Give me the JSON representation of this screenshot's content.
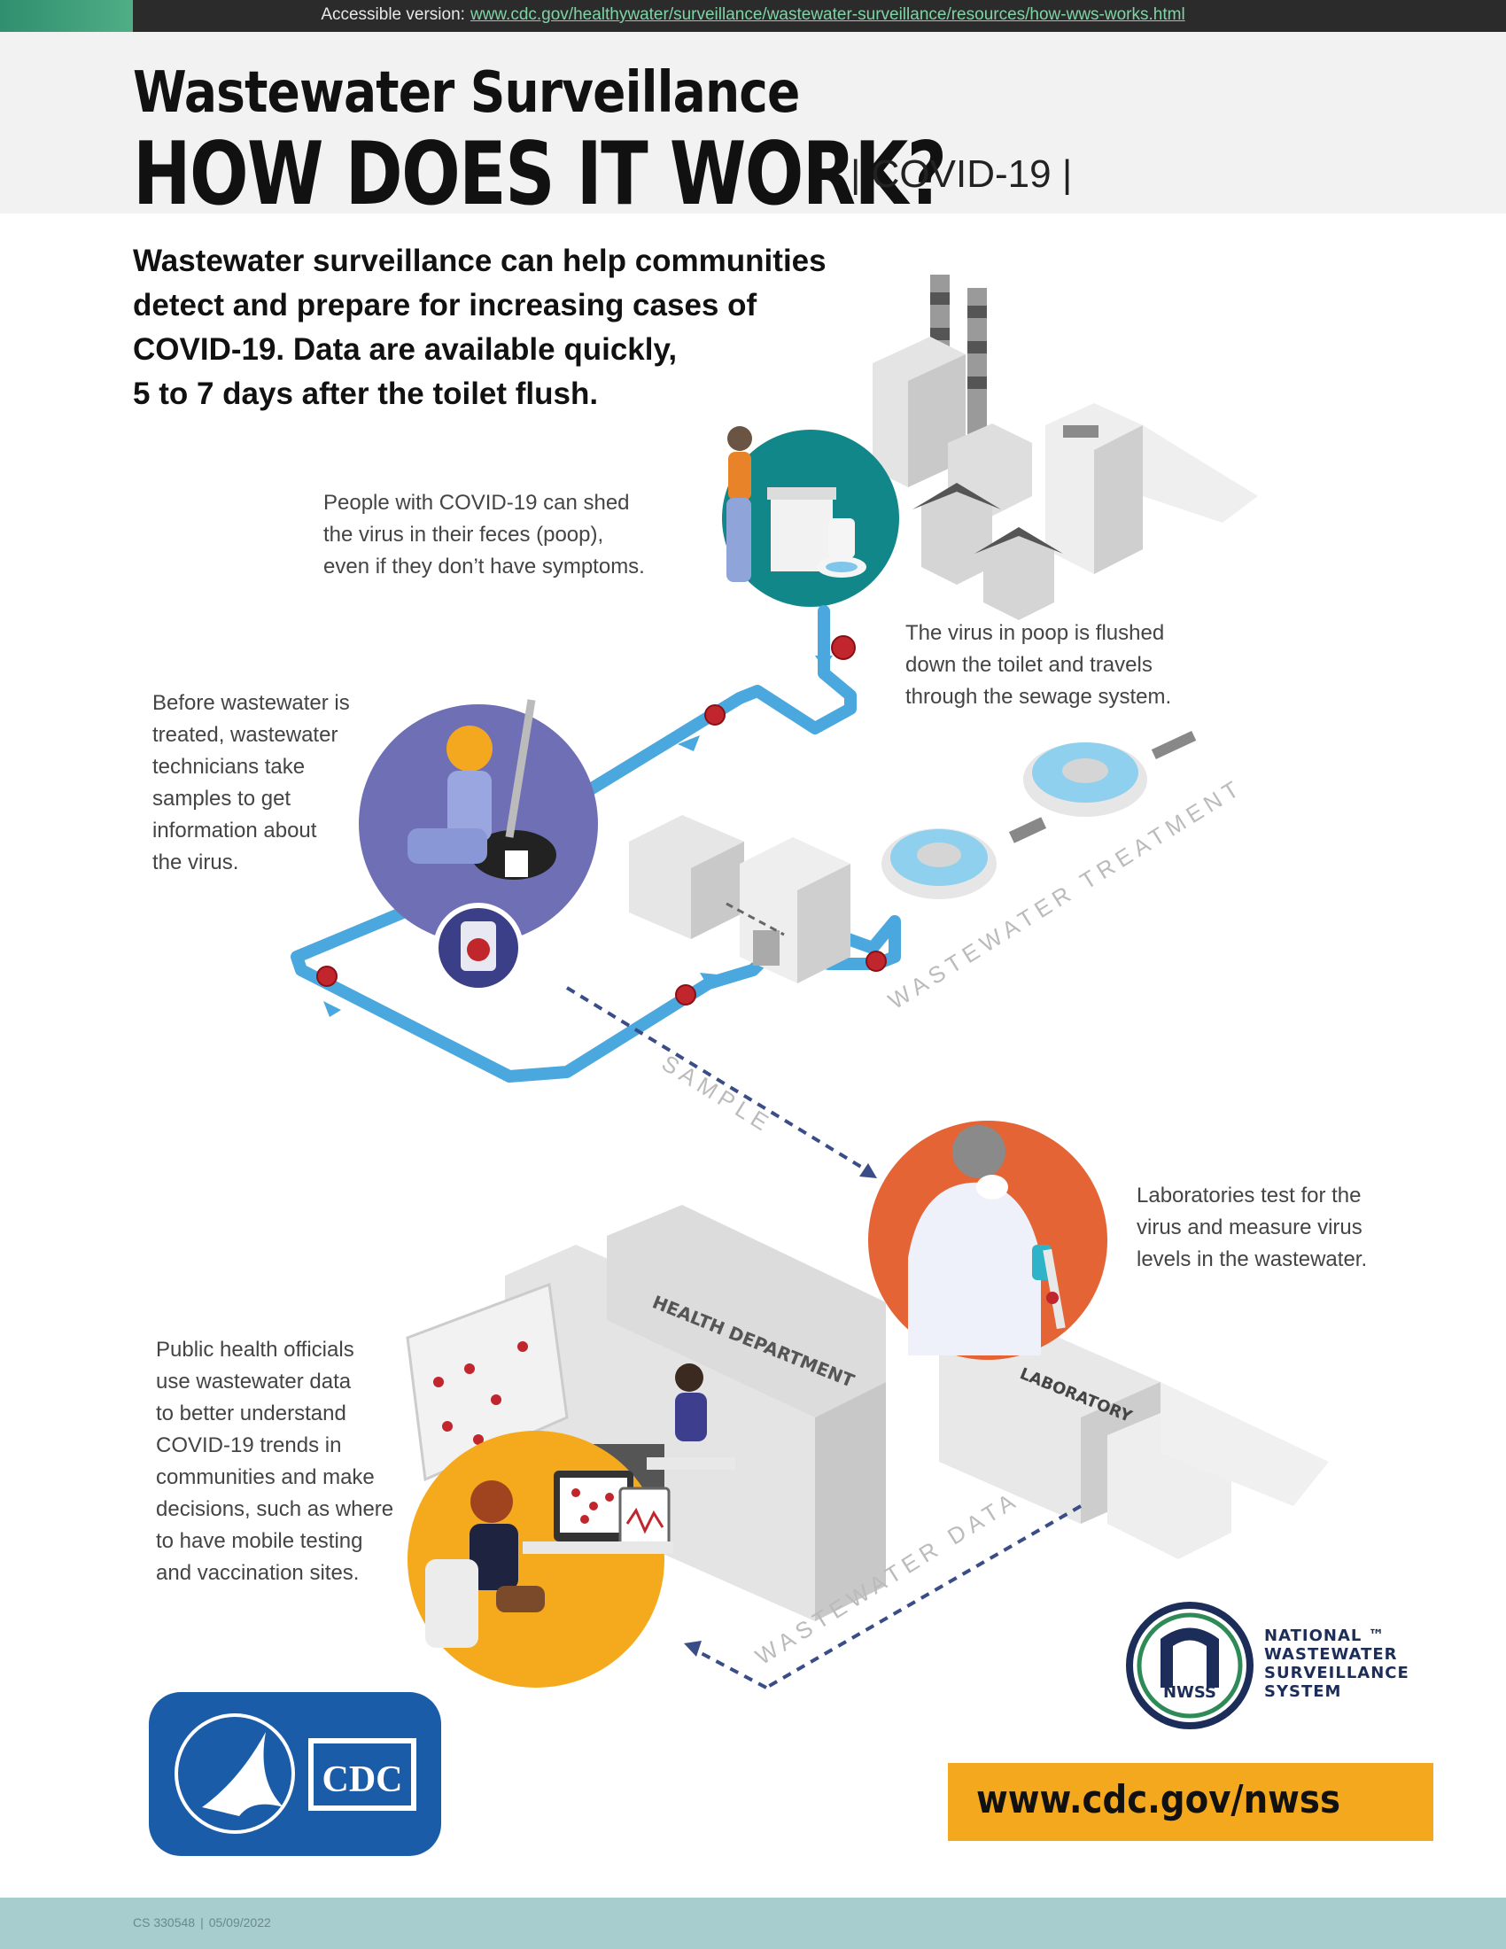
{
  "top_bar": {
    "label": "Accessible version:",
    "url": "www.cdc.gov/healthywater/surveillance/wastewater-surveillance/resources/how-wws-works.html"
  },
  "header": {
    "title_line1": "Wastewater Surveillance",
    "title_line2": "HOW DOES IT WORK?",
    "tag": "| COVID-19 |"
  },
  "intro_lines": [
    "Wastewater surveillance can help communities",
    "detect and prepare for increasing cases of",
    "COVID-19. Data are available quickly,",
    "5 to 7 days after the toilet flush."
  ],
  "captions": {
    "shed": [
      "People with COVID-19 can shed",
      "the virus in their feces (poop),",
      "even if they don’t have symptoms."
    ],
    "flush": [
      "The virus in poop is flushed",
      "down the toilet and travels",
      "through the sewage system."
    ],
    "sample_techs": [
      "Before wastewater is",
      "treated, wastewater",
      "technicians take",
      "samples to get",
      "information about",
      "the virus."
    ],
    "labs": [
      "Laboratories test for the",
      "virus and measure virus",
      "levels in the wastewater."
    ],
    "officials": [
      "Public health officials",
      "use wastewater data",
      "to better understand",
      "COVID-19 trends in",
      "communities and make",
      "decisions, such as where",
      "to have mobile testing",
      "and vaccination sites."
    ]
  },
  "diagram_labels": {
    "treatment": "WASTEWATER TREATMENT",
    "sample": "SAMPLE",
    "data": "WASTEWATER DATA",
    "health_department": "HEALTH DEPARTMENT",
    "laboratory": "LABORATORY"
  },
  "logos": {
    "cdc": "CDC",
    "nwss_badge": "NWSS",
    "nwss_lines": [
      "NATIONAL ™",
      "WASTEWATER",
      "SURVEILLANCE",
      "SYSTEM"
    ]
  },
  "website": "www.cdc.gov/nwss",
  "footer": {
    "code": "CS 330548",
    "date": "05/09/2022"
  },
  "colors": {
    "pipe": "#4aa8de",
    "virus": "#c0262c",
    "teal_circle": "#12878a",
    "purple_circle": "#6f6fb5",
    "orange_circle": "#e46435",
    "yellow_circle": "#f5a91d",
    "cdc_blue": "#1a5ca8",
    "nwss_navy": "#1c2d5a",
    "nwss_green": "#2e8b57",
    "url_box": "#f4a81d",
    "footer_bar": "#a7cdcf"
  }
}
